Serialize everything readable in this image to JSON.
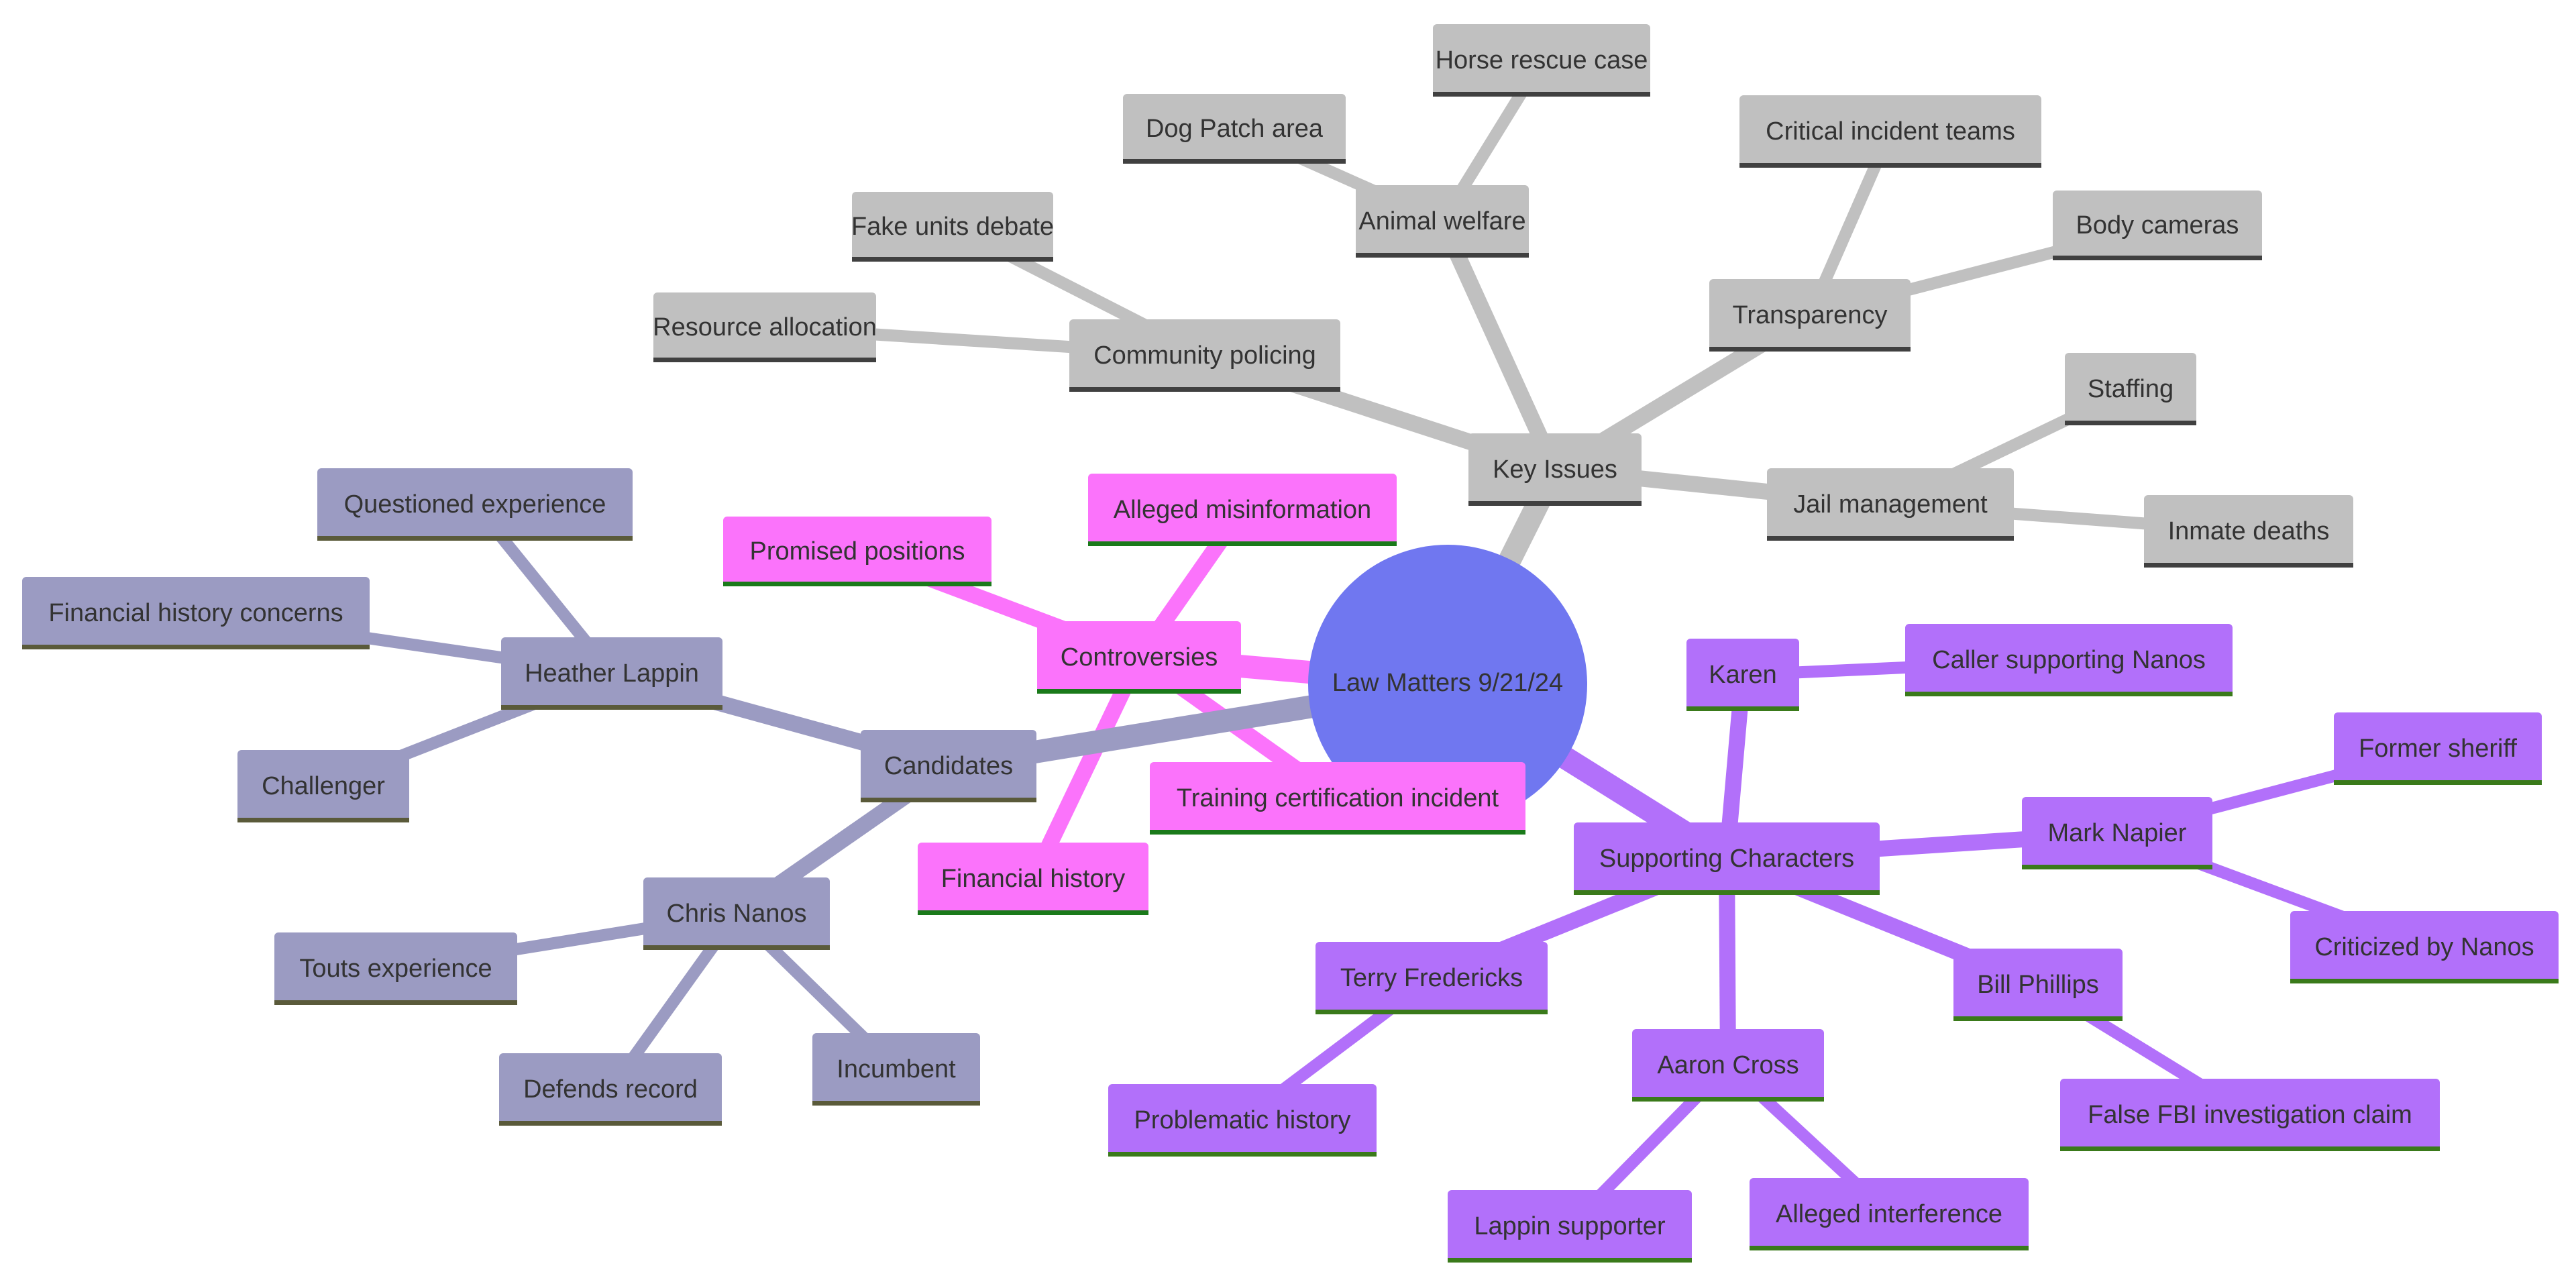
{
  "root": {
    "label": "Law Matters 9/21/24",
    "color": "#7077f0"
  },
  "branches": [
    {
      "id": "key-issues",
      "label": "Key Issues",
      "fill": "#c0c0c0",
      "edge": "#c0c0c0",
      "underline": "#404040",
      "children": [
        {
          "id": "community-policing",
          "label": "Community policing",
          "children": [
            {
              "id": "fake-units",
              "label": "Fake units debate"
            },
            {
              "id": "resource-allocation",
              "label": "Resource allocation"
            }
          ]
        },
        {
          "id": "animal-welfare",
          "label": "Animal welfare",
          "children": [
            {
              "id": "horse-rescue",
              "label": "Horse rescue case"
            },
            {
              "id": "dog-patch",
              "label": "Dog Patch area"
            }
          ]
        },
        {
          "id": "transparency",
          "label": "Transparency",
          "children": [
            {
              "id": "critical-incident",
              "label": "Critical incident teams"
            },
            {
              "id": "body-cameras",
              "label": "Body cameras"
            }
          ]
        },
        {
          "id": "jail-management",
          "label": "Jail management",
          "children": [
            {
              "id": "staffing",
              "label": "Staffing"
            },
            {
              "id": "inmate-deaths",
              "label": "Inmate deaths"
            }
          ]
        }
      ]
    },
    {
      "id": "controversies",
      "label": "Controversies",
      "fill": "#fb73fb",
      "edge": "#fb73fb",
      "underline": "#1a7a1a",
      "children": [
        {
          "id": "promised-positions",
          "label": "Promised positions"
        },
        {
          "id": "alleged-misinformation",
          "label": "Alleged misinformation"
        },
        {
          "id": "training-certification",
          "label": "Training certification incident"
        },
        {
          "id": "financial-history",
          "label": "Financial history"
        }
      ]
    },
    {
      "id": "candidates",
      "label": "Candidates",
      "fill": "#9b9bc2",
      "edge": "#9b9bc2",
      "underline": "#5a5a3a",
      "children": [
        {
          "id": "heather-lappin",
          "label": "Heather Lappin",
          "children": [
            {
              "id": "questioned-experience",
              "label": "Questioned experience"
            },
            {
              "id": "financial-history-concerns",
              "label": "Financial history concerns"
            },
            {
              "id": "challenger",
              "label": "Challenger"
            }
          ]
        },
        {
          "id": "chris-nanos",
          "label": "Chris Nanos",
          "children": [
            {
              "id": "touts-experience",
              "label": "Touts experience"
            },
            {
              "id": "defends-record",
              "label": "Defends record"
            },
            {
              "id": "incumbent",
              "label": "Incumbent"
            }
          ]
        }
      ]
    },
    {
      "id": "supporting-characters",
      "label": "Supporting Characters",
      "fill": "#b270fa",
      "edge": "#b270fa",
      "underline": "#3a7a1a",
      "children": [
        {
          "id": "karen",
          "label": "Karen",
          "children": [
            {
              "id": "caller-supporting-nanos",
              "label": "Caller supporting Nanos"
            }
          ]
        },
        {
          "id": "mark-napier",
          "label": "Mark Napier",
          "children": [
            {
              "id": "former-sheriff",
              "label": "Former sheriff"
            },
            {
              "id": "criticized-by-nanos",
              "label": "Criticized by Nanos"
            }
          ]
        },
        {
          "id": "terry-fredericks",
          "label": "Terry Fredericks",
          "children": [
            {
              "id": "problematic-history",
              "label": "Problematic history"
            }
          ]
        },
        {
          "id": "aaron-cross",
          "label": "Aaron Cross",
          "children": [
            {
              "id": "lappin-supporter",
              "label": "Lappin supporter"
            },
            {
              "id": "alleged-interference",
              "label": "Alleged interference"
            }
          ]
        },
        {
          "id": "bill-phillips",
          "label": "Bill Phillips",
          "children": [
            {
              "id": "false-fbi-claim",
              "label": "False FBI investigation claim"
            }
          ]
        }
      ]
    }
  ]
}
